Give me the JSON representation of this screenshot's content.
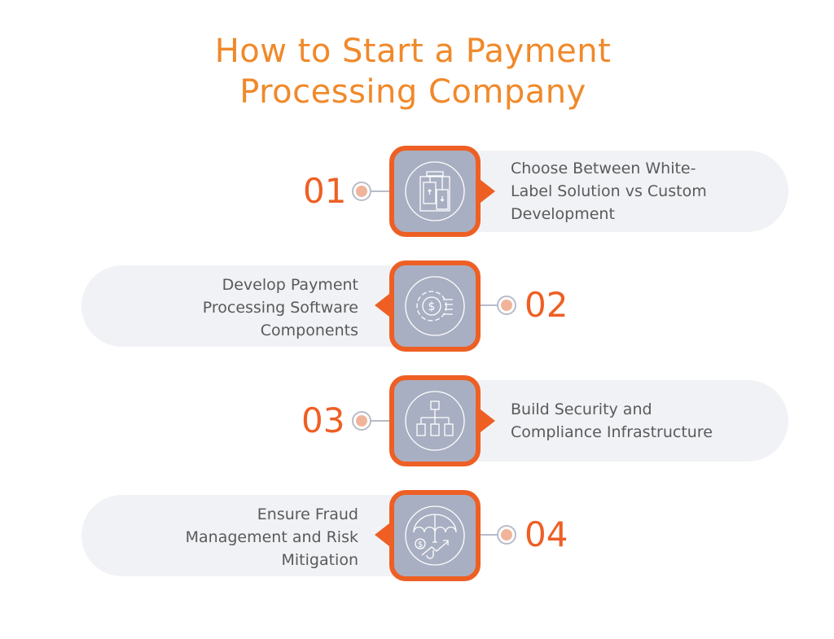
{
  "title": {
    "line1": "How to Start a Payment",
    "line2": "Processing Company"
  },
  "colors": {
    "accent": "#ee5f24",
    "title": "#f0892a",
    "icon_bg": "#a9afc2",
    "pill": "#f1f2f5"
  },
  "steps": [
    {
      "number": "01",
      "lines": [
        "Choose Between White-",
        "Label Solution vs Custom",
        "Development"
      ],
      "icon": "white-label-layout-icon"
    },
    {
      "number": "02",
      "lines": [
        "Develop Payment",
        "Processing Software",
        "Components"
      ],
      "icon": "gear-dollar-icon"
    },
    {
      "number": "03",
      "lines": [
        "Build  Security and",
        "Compliance Infrastructure"
      ],
      "icon": "hierarchy-icon"
    },
    {
      "number": "04",
      "lines": [
        "Ensure Fraud",
        "Management and Risk",
        "Mitigation"
      ],
      "icon": "umbrella-risk-icon"
    }
  ]
}
